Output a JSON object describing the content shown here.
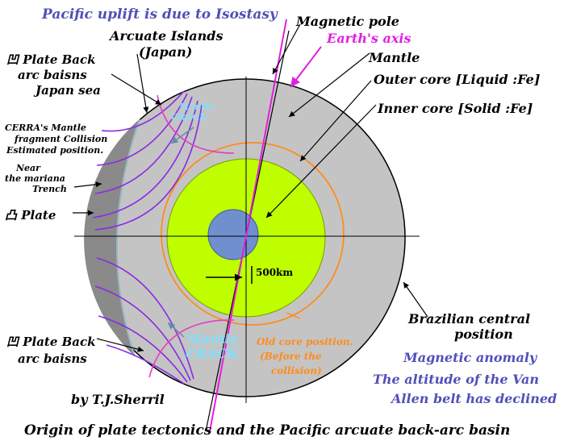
{
  "header": {
    "title": "Pacific uplift is due to Isostasy"
  },
  "labels": {
    "magnetic_pole": "Magnetic pole",
    "earths_axis": "Earth's axis",
    "mantle": "Mantle",
    "outer_core": "Outer core [Liquid :Fe]",
    "inner_core": "Inner core [Solid :Fe]",
    "arcuate_line1": "Arcuate Islands",
    "arcuate_line2": "(Japan)",
    "plate_back_top_line1": "凹 Plate Back",
    "plate_back_top_line2": "arc baisns",
    "plate_back_top_line3": "Japan sea",
    "cerra_line1": "CERRA's Mantle",
    "cerra_line2": "fragment Collision",
    "cerra_line3": "Estimated position.",
    "near_line1": "Near",
    "near_line2": "the mariana",
    "near_line3": "Trench",
    "plate": "凸 Plate",
    "mantle_crack_top_line1": "Mantle",
    "mantle_crack_top_line2": "CRACK",
    "scale": "500km",
    "mantle_crack_bottom_line1": "Mantle",
    "mantle_crack_bottom_line2": "CRACK",
    "old_core_line1": "Old core position.",
    "old_core_line2": "(Before the",
    "old_core_line3": "collision)",
    "plate_back_bottom_line1": "凹 Plate Back",
    "plate_back_bottom_line2": "arc baisns",
    "brazilian_line1": "Brazilian central",
    "brazilian_line2": "position",
    "magnetic_anomaly": "Magnetic anomaly",
    "van_allen_line1": "The altitude of the Van",
    "van_allen_line2": "Allen belt has declined",
    "author": "by T.J.Sherril",
    "caption": "Origin of plate tectonics and the Pacific arcuate back-arc basin"
  },
  "colors": {
    "mantle": "#c4c4c4",
    "dark_crust": "#8a8a8a",
    "outer_core": "#bfff00",
    "inner_core": "#6f8fcf",
    "old_core_ring": "#ff8c1a",
    "axis": "#ff00ff",
    "blue_text": "#5050b8",
    "cyan_text": "#7fe0ff",
    "orange_text": "#ff8c1a",
    "magenta_text": "#e020e0",
    "crack_lines": "#8a2be2",
    "crack_pink": "#e040c0"
  }
}
